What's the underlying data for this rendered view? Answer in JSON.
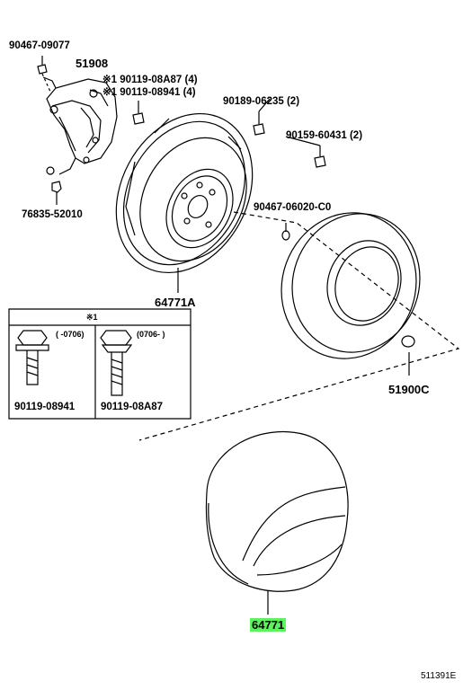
{
  "parts": {
    "bolt_top": "90467-09077",
    "bracket": "51908",
    "note_bolt_a": "※1 90119-08A87 (4)",
    "note_bolt_b": "※1 90119-08941 (4)",
    "bolt_right_a": "90189-06235 (2)",
    "bolt_right_b": "90159-60431 (2)",
    "clip_left": "76835-52010",
    "wheel_screw": "90467-06020-C0",
    "wheel": "64771A",
    "tire": "51900C",
    "cover": "64771"
  },
  "inset": {
    "title": "※1",
    "left_range": "( -0706)",
    "right_range": "(0706- )",
    "left_part": "90119-08941",
    "right_part": "90119-08A87"
  },
  "diagram_id": "511391E"
}
